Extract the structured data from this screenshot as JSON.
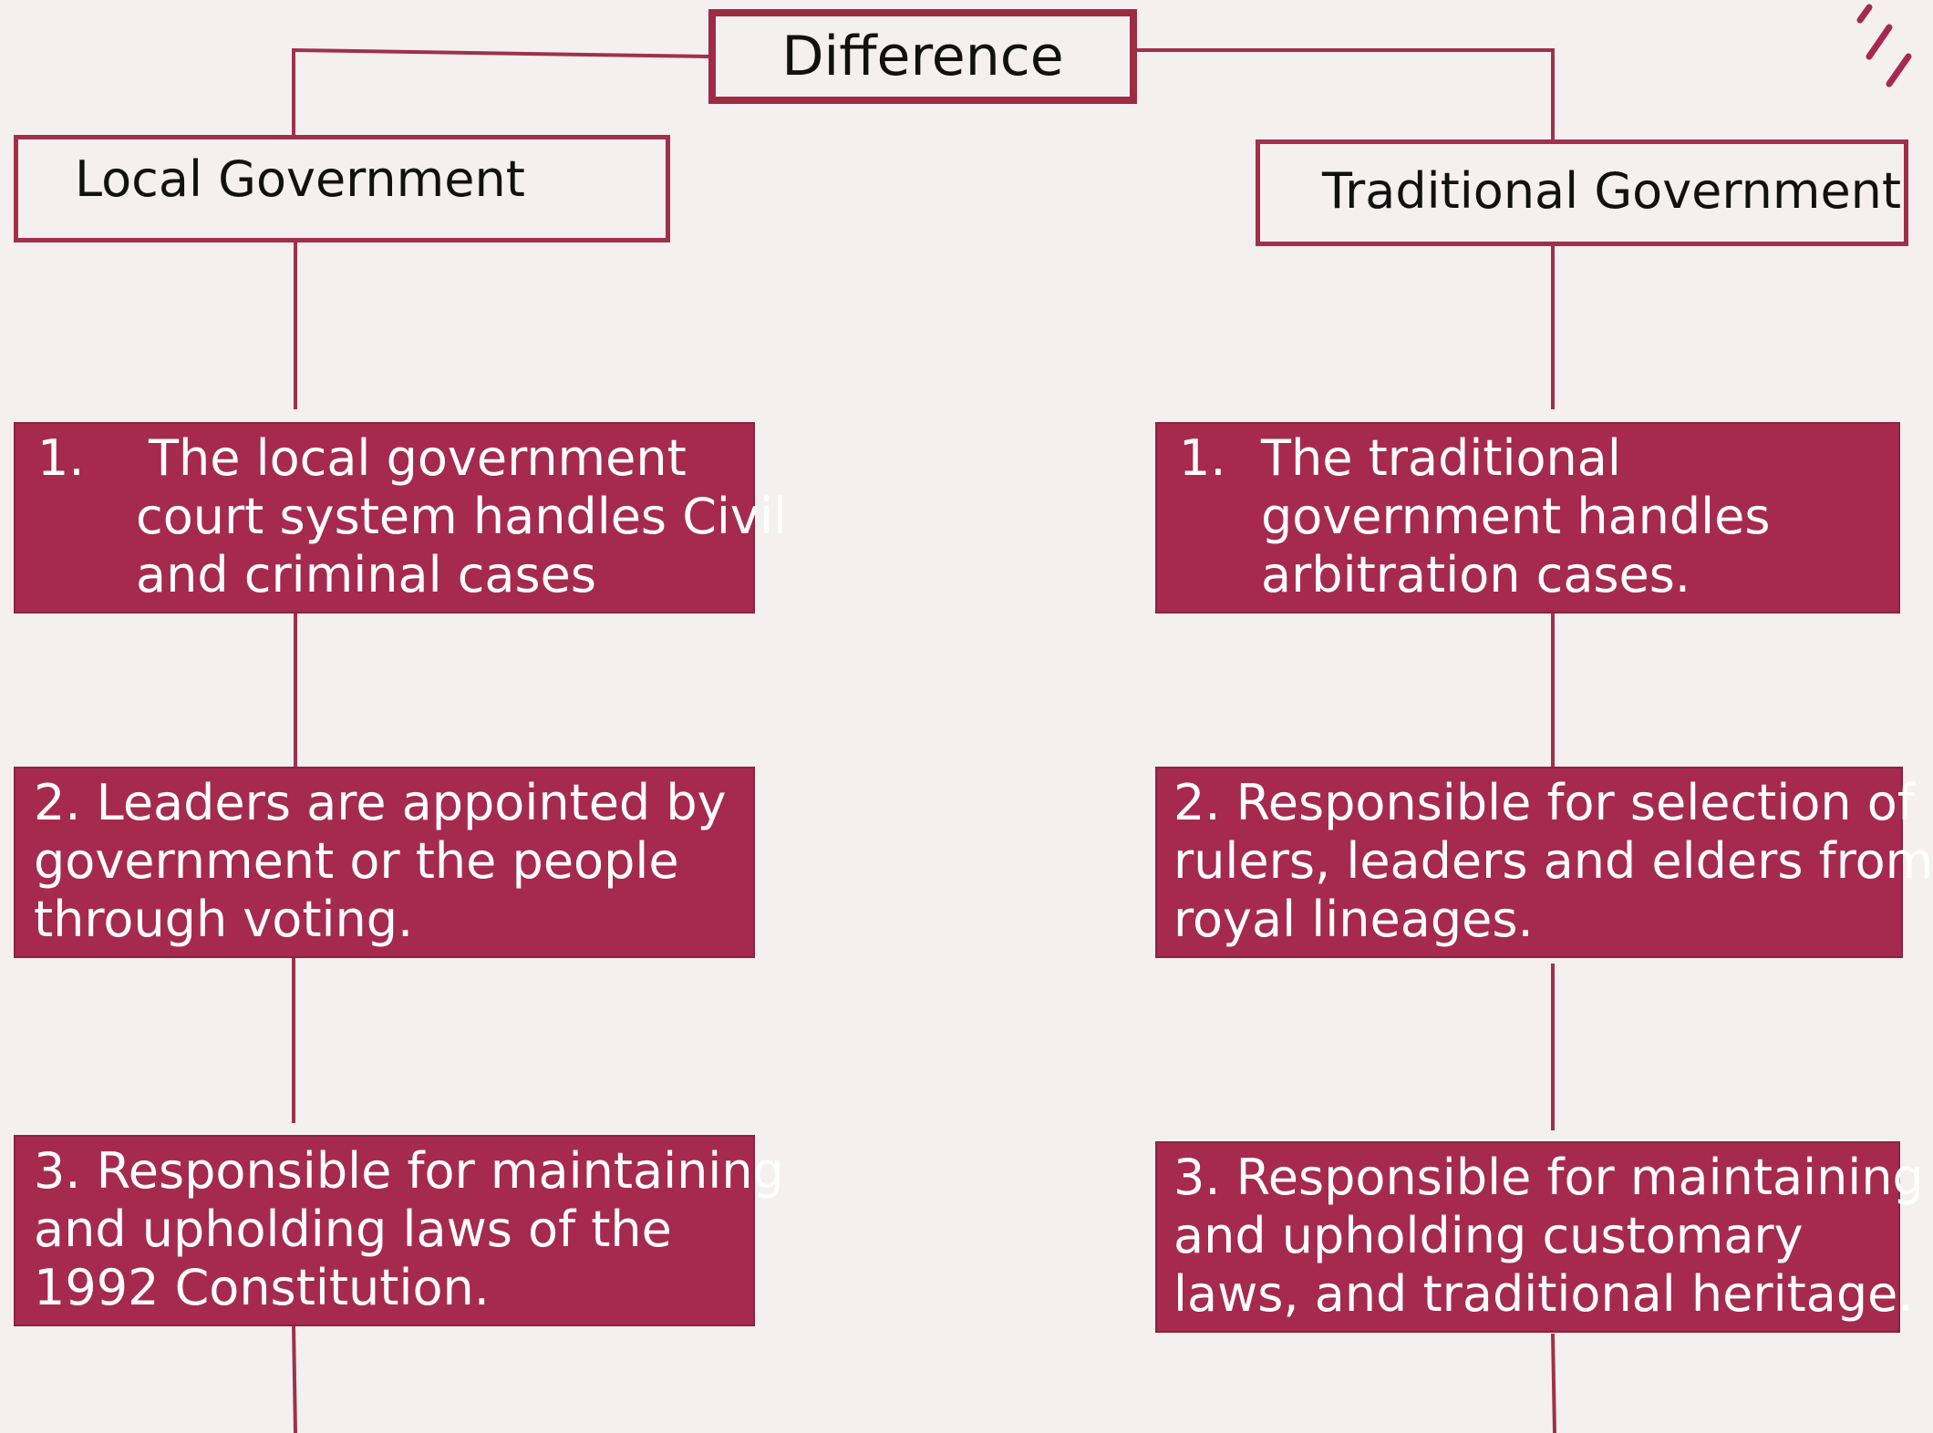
{
  "colors": {
    "background": "#f4f0f0",
    "card_fill": "#a62a4e",
    "connector": "#a0304c",
    "title_border": "#9d2b43",
    "card_text": "#ffffff",
    "header_text": "#111111"
  },
  "title": "Difference",
  "left": {
    "header": "Local Government",
    "items": [
      {
        "number": "1.",
        "lines": [
          "The local government",
          "court system handles Civil",
          "and criminal cases"
        ]
      },
      {
        "lines": [
          "2. Leaders  are appointed by",
          "government or  the people",
          "through voting."
        ]
      },
      {
        "lines": [
          "3. Responsible for maintaining",
          "and upholding laws of the",
          "1992 Constitution."
        ]
      }
    ]
  },
  "right": {
    "header": "Traditional Government",
    "items": [
      {
        "number": "1.",
        "lines": [
          "The traditional",
          "government handles",
          "arbitration cases."
        ]
      },
      {
        "lines": [
          "2.  Responsible for selection of",
          "rulers, leaders and elders from",
          "royal lineages."
        ]
      },
      {
        "lines": [
          "3. Responsible for maintaining",
          "and upholding customary",
          "laws, and traditional heritage."
        ]
      }
    ]
  }
}
